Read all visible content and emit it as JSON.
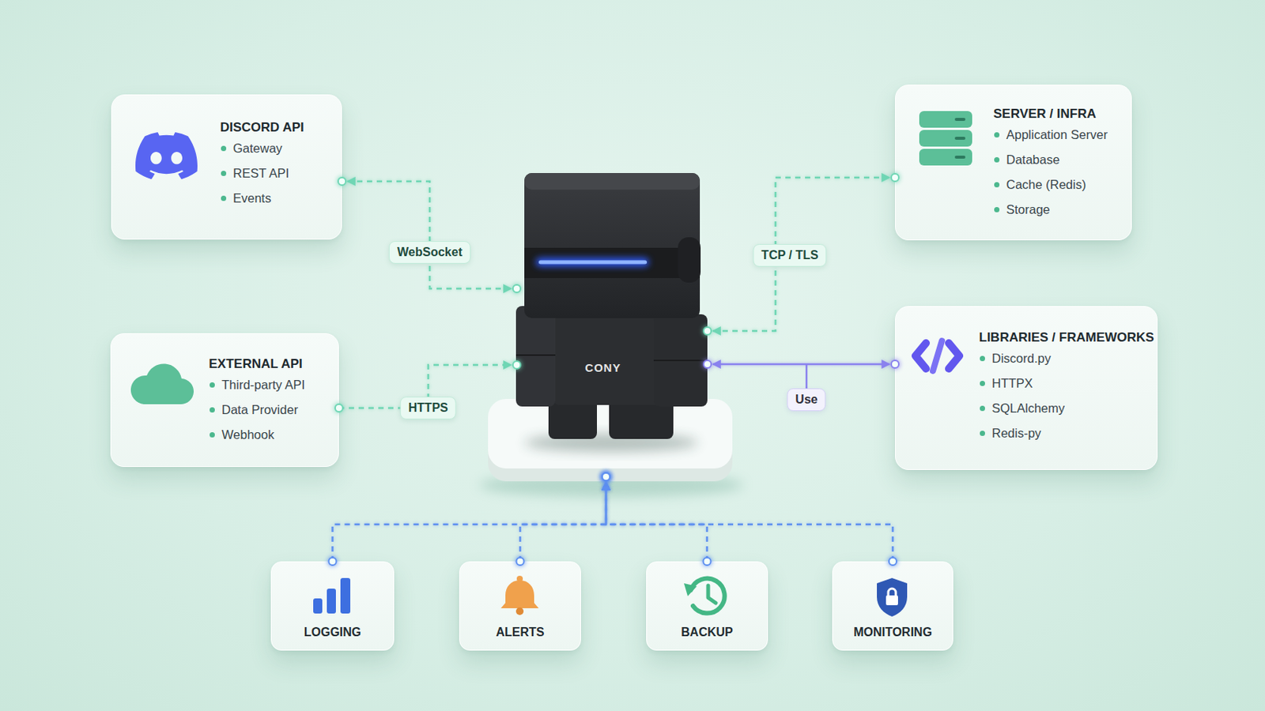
{
  "diagram": {
    "nodes": [
      {
        "text": [
          "DISCORD API",
          "Gateway",
          "REST API",
          "Events"
        ]
      },
      {
        "text": [
          "SERVER / INFRA",
          "Application Server",
          "Database",
          "Cache (Redis)",
          "Storage"
        ]
      },
      {
        "text": [
          "CONY"
        ]
      },
      {
        "text": [
          "EXTERNAL API",
          "Third-party API",
          "Data Provider",
          "Webhook"
        ]
      },
      {
        "text": [
          "LIBRARIES / FRAMEWORKS",
          "Discord.py",
          "HTTPX",
          "SQLAlchemy",
          "Redis-py"
        ]
      },
      {
        "text": [
          "LOGGING"
        ]
      },
      {
        "text": [
          "ALERTS"
        ]
      },
      {
        "text": [
          "BACKUP"
        ]
      },
      {
        "text": [
          "MONITORING"
        ]
      }
    ],
    "edges": [
      {
        "from": 0,
        "to": 2,
        "label": "WebSocket",
        "arrow": "both"
      },
      {
        "from": 3,
        "to": 2,
        "label": "HTTPS",
        "arrow": "to"
      },
      {
        "from": 2,
        "to": 1,
        "label": "TCP / TLS",
        "arrow": "both"
      },
      {
        "from": 2,
        "to": 4,
        "label": "Use",
        "arrow": "both"
      },
      {
        "from": 5,
        "to": 2,
        "arrow": "to"
      },
      {
        "from": 6,
        "to": 2,
        "arrow": "to"
      },
      {
        "from": 7,
        "to": 2,
        "arrow": "to"
      },
      {
        "from": 8,
        "to": 2,
        "arrow": "to"
      }
    ]
  }
}
